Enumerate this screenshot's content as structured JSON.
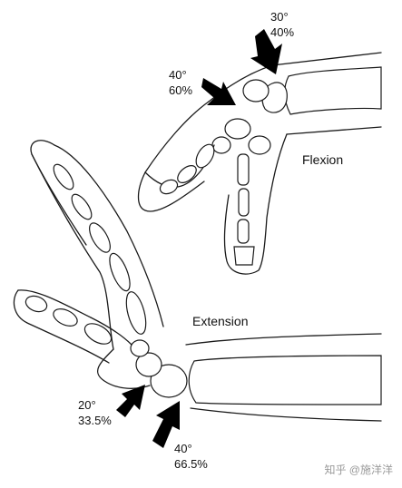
{
  "labels": {
    "flexion_title": "Flexion",
    "extension_title": "Extension",
    "flexion_top": {
      "angle": "30°",
      "percent": "40%"
    },
    "flexion_side": {
      "angle": "40°",
      "percent": "60%"
    },
    "extension_left": {
      "angle": "20°",
      "percent": "33.5%"
    },
    "extension_bottom": {
      "angle": "40°",
      "percent": "66.5%"
    }
  },
  "watermark": "知乎 @施洋洋"
}
